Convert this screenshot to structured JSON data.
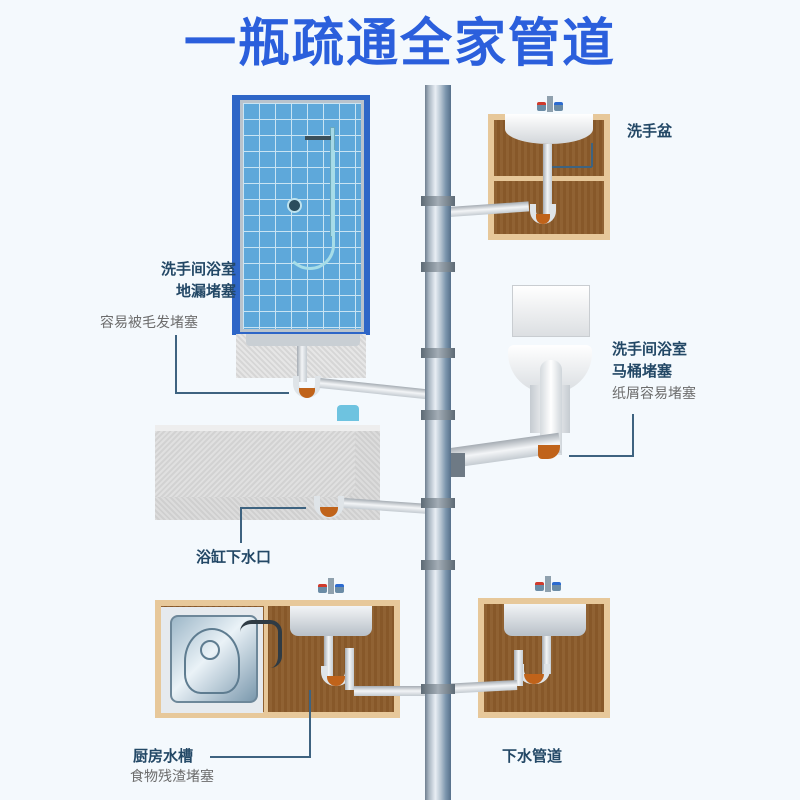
{
  "header": {
    "title": "一瓶疏通全家管道"
  },
  "labels": {
    "washbasin": {
      "title": "洗手盆"
    },
    "shower_floor_drain": {
      "title_line1": "洗手间浴室",
      "title_line2": "地漏堵塞",
      "subtitle": "容易被毛发堵塞"
    },
    "toilet": {
      "title_line1": "洗手间浴室",
      "title_line2": "马桶堵塞",
      "subtitle": "纸屑容易堵塞"
    },
    "bathtub_drain": {
      "title": "浴缸下水口"
    },
    "kitchen_sink": {
      "title": "厨房水槽",
      "subtitle": "食物残渣堵塞"
    },
    "drain_pipe": {
      "title": "下水管道"
    }
  },
  "colors": {
    "title_blue": "#2b5fdc",
    "label_navy": "#234866",
    "subtitle_gray": "#6c6c6c",
    "clog_orange": "#c0631a",
    "cabinet_brown": "#8c5c2b",
    "tile_blue": "#5ea8da",
    "background": "#f4f9fd"
  },
  "icons": [
    "shower-icon",
    "washbasin-icon",
    "toilet-icon",
    "bathtub-icon",
    "kitchen-sink-icon",
    "garbage-disposer-icon",
    "faucet-icon",
    "stack-pipe-icon"
  ]
}
